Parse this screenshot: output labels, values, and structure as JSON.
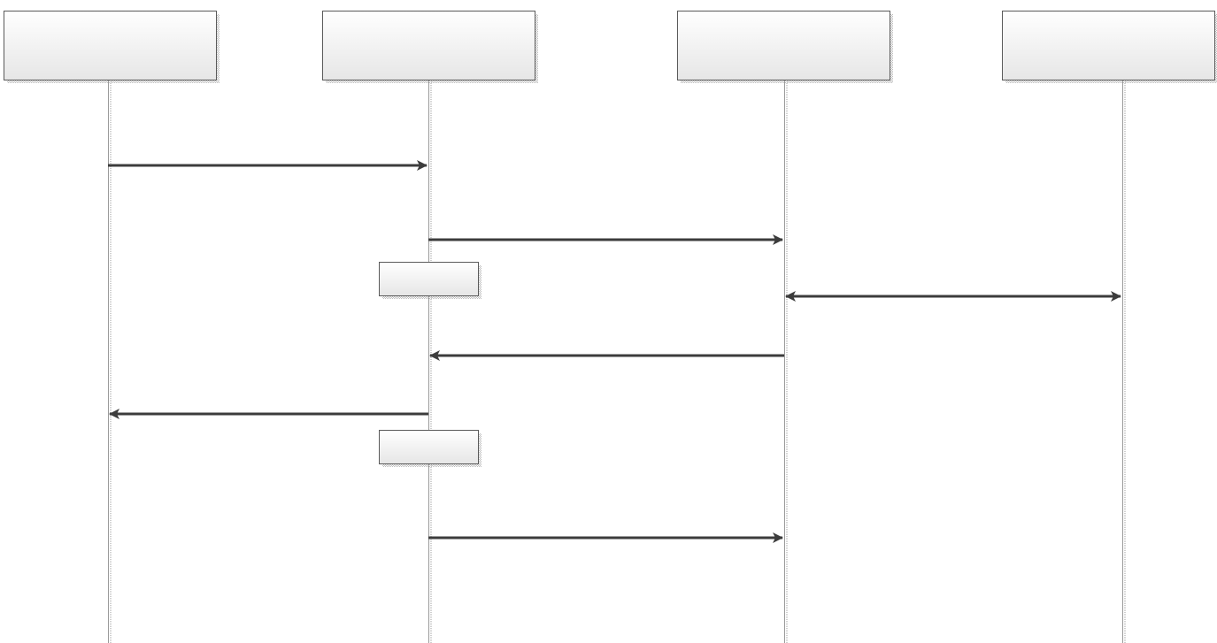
{
  "diagram": {
    "type": "sequence",
    "participants": [
      {
        "id": "p1",
        "label": ""
      },
      {
        "id": "p2",
        "label": ""
      },
      {
        "id": "p3",
        "label": ""
      },
      {
        "id": "p4",
        "label": ""
      }
    ],
    "messages": [
      {
        "from": "p1",
        "to": "p2",
        "label": "",
        "direction": "forward"
      },
      {
        "from": "p2",
        "to": "p3",
        "label": "",
        "direction": "forward"
      },
      {
        "from": "p3",
        "to": "p4",
        "label": "",
        "direction": "both"
      },
      {
        "from": "p3",
        "to": "p2",
        "label": "",
        "direction": "forward"
      },
      {
        "from": "p2",
        "to": "p1",
        "label": "",
        "direction": "forward"
      },
      {
        "from": "p2",
        "to": "p3",
        "label": "",
        "direction": "forward"
      }
    ],
    "notes": [
      {
        "on": "p2",
        "label": ""
      },
      {
        "on": "p2",
        "label": ""
      }
    ],
    "colors": {
      "lifeline": "#9a9a9a",
      "arrow": "#3c3c3c",
      "box_border": "#5a5a5a",
      "box_fill_top": "#ffffff",
      "box_fill_bottom": "#e6e6e6",
      "shadow": "#c8c8c8"
    }
  }
}
